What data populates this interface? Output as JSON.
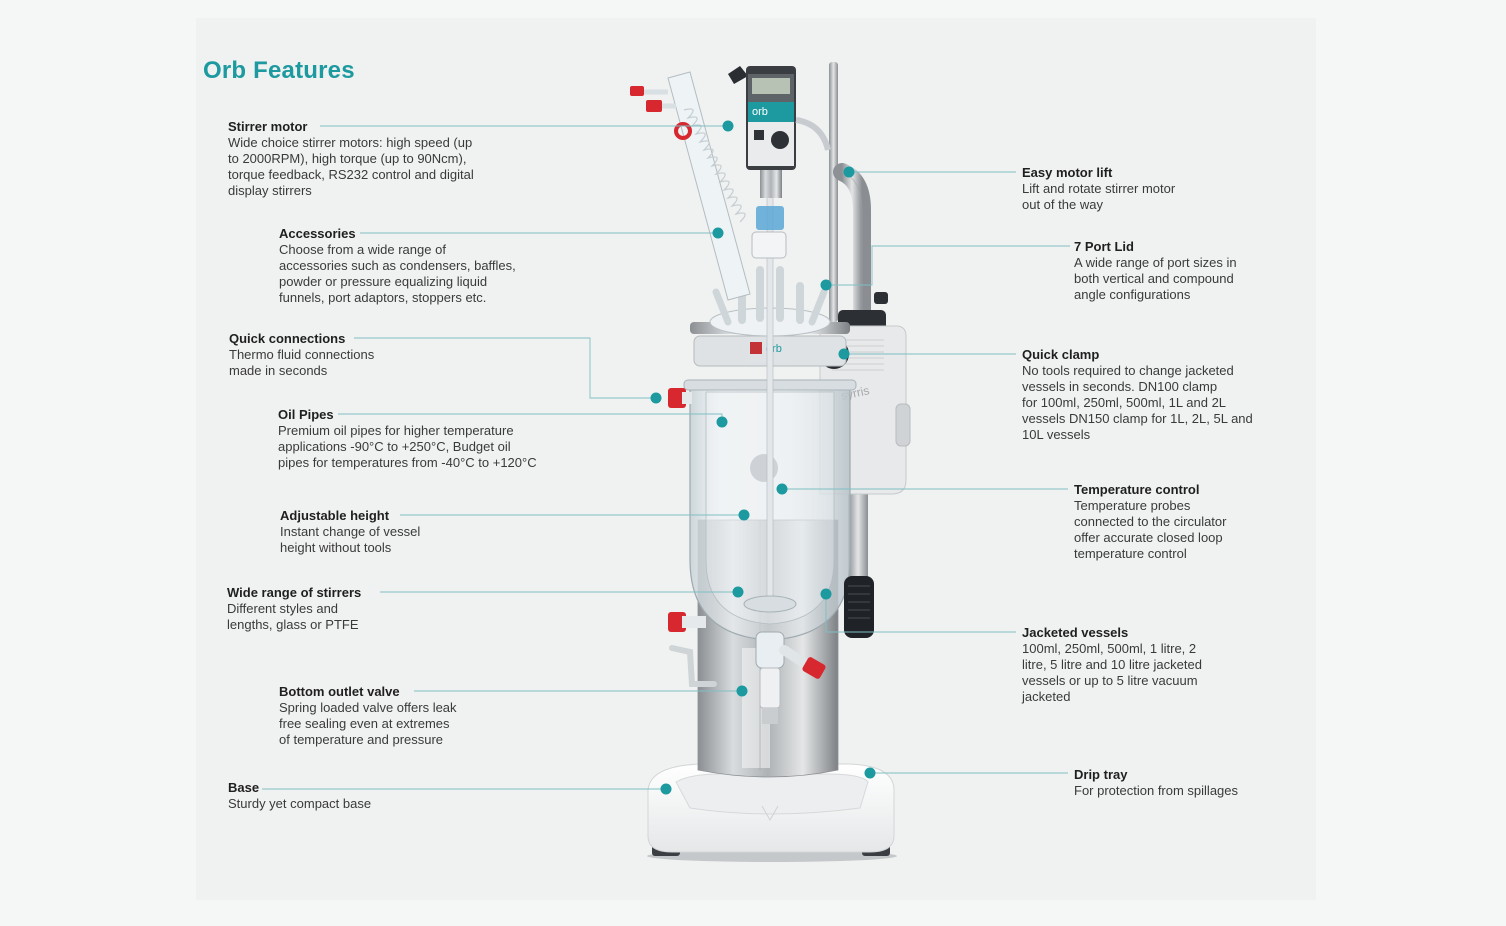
{
  "page": {
    "title": "Orb Features"
  },
  "device": {
    "motor_label": "orb",
    "clamp_label": "orb",
    "brand_mark": "syrris"
  },
  "features": [
    {
      "id": "stirrer-motor",
      "title": "Stirrer motor",
      "desc": "Wide choice stirrer motors: high speed (up\nto 2000RPM), high torque (up to 90Ncm),\ntorque feedback, RS232 control and digital\ndisplay stirrers"
    },
    {
      "id": "accessories",
      "title": "Accessories",
      "desc": "Choose from a wide range of\naccessories such as condensers, baffles,\npowder or pressure equalizing liquid\nfunnels, port adaptors, stoppers etc."
    },
    {
      "id": "quick-connections",
      "title": "Quick connections",
      "desc": "Thermo fluid connections\nmade in seconds"
    },
    {
      "id": "oil-pipes",
      "title": "Oil Pipes",
      "desc": "Premium oil pipes for higher temperature\napplications -90°C to +250°C, Budget oil\npipes for temperatures from -40°C to +120°C"
    },
    {
      "id": "adjustable-height",
      "title": "Adjustable height",
      "desc": "Instant change of vessel\nheight without tools"
    },
    {
      "id": "wide-range-of-stirrers",
      "title": "Wide range of stirrers",
      "desc": "Different styles and\nlengths, glass or PTFE"
    },
    {
      "id": "bottom-outlet-valve",
      "title": "Bottom outlet valve",
      "desc": "Spring loaded valve offers leak\nfree sealing even at extremes\nof temperature and pressure"
    },
    {
      "id": "base",
      "title": "Base",
      "desc": "Sturdy yet compact base"
    },
    {
      "id": "easy-motor-lift",
      "title": "Easy motor lift",
      "desc": "Lift and rotate stirrer motor\nout of the way"
    },
    {
      "id": "7-port-lid",
      "title": "7 Port Lid",
      "desc": "A wide range of port sizes in\nboth vertical and compound\nangle configurations"
    },
    {
      "id": "quick-clamp",
      "title": "Quick clamp",
      "desc": "No tools required to change jacketed\nvessels in seconds. DN100 clamp\nfor 100ml, 250ml, 500ml, 1L and 2L\nvessels DN150 clamp for 1L, 2L, 5L and\n10L vessels"
    },
    {
      "id": "temperature-control",
      "title": "Temperature control",
      "desc": "Temperature probes\nconnected to the circulator\noffer accurate closed loop\ntemperature control"
    },
    {
      "id": "jacketed-vessels",
      "title": "Jacketed vessels",
      "desc": "100ml, 250ml, 500ml, 1 litre, 2\nlitre, 5 litre and 10 litre jacketed\nvessels or up to 5 litre vacuum\njacketed"
    },
    {
      "id": "drip-tray",
      "title": "Drip tray",
      "desc": "For protection from spillages"
    }
  ],
  "colors": {
    "accent": "#1c9aa0",
    "text": "#2b2b2b",
    "background": "#f0f1f1"
  }
}
